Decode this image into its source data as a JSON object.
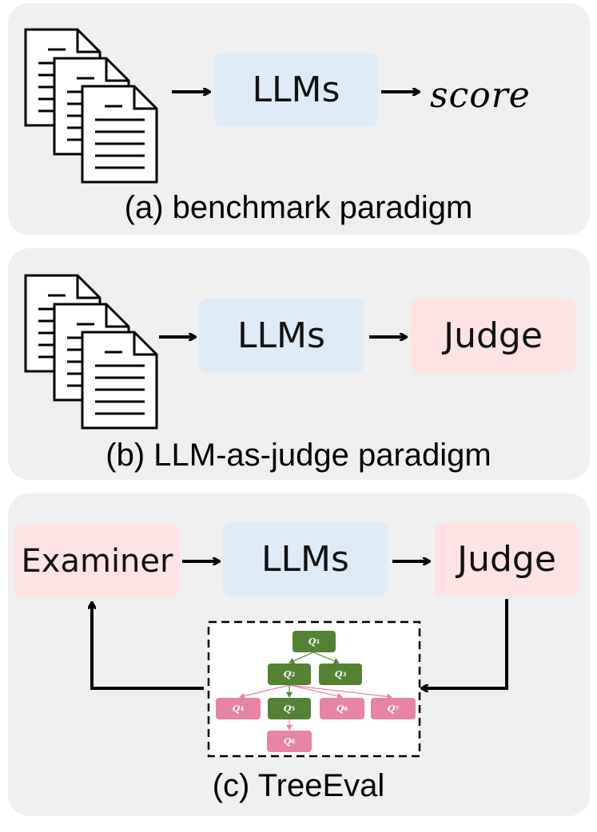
{
  "panel_a": {
    "model": "LLMs",
    "output": "score",
    "caption": "(a) benchmark paradigm"
  },
  "panel_b": {
    "model": "LLMs",
    "judge": "Judge",
    "caption": "(b) LLM-as-judge paradigm"
  },
  "panel_c": {
    "examiner": "Examiner",
    "model": "LLMs",
    "judge": "Judge",
    "caption": "(c) TreeEval"
  },
  "tree": {
    "nodes": [
      {
        "label": "Q",
        "sub": "1",
        "color": "#548235"
      },
      {
        "label": "Q",
        "sub": "2",
        "color": "#548235"
      },
      {
        "label": "Q",
        "sub": "3",
        "color": "#548235"
      },
      {
        "label": "Q",
        "sub": "4",
        "color": "#e883a8"
      },
      {
        "label": "Q",
        "sub": "5",
        "color": "#548235"
      },
      {
        "label": "Q",
        "sub": "6",
        "color": "#e883a8"
      },
      {
        "label": "Q",
        "sub": "7",
        "color": "#e883a8"
      },
      {
        "label": "Q",
        "sub": "8",
        "color": "#e883a8"
      }
    ]
  },
  "icons": [
    "document-stack-icon",
    "arrow-right-icon",
    "arrow-up-icon",
    "arrow-left-icon"
  ]
}
